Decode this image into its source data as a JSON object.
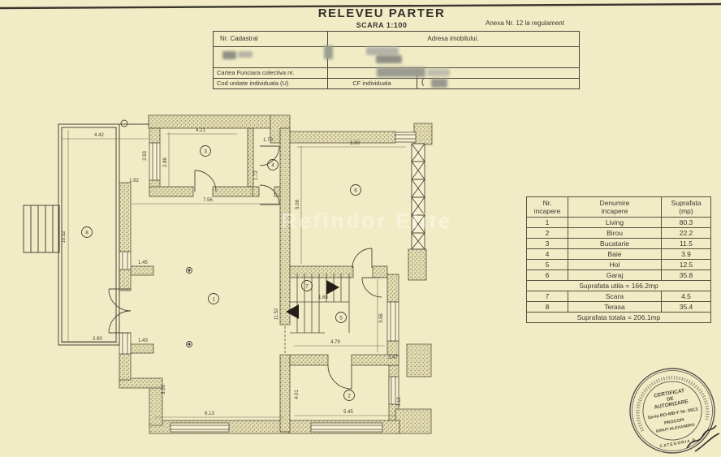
{
  "header": {
    "title": "RELEVEU PARTER",
    "subtitle": "SCARA 1:100",
    "annex": "Anexa Nr. 12 la regulament",
    "table": {
      "nr_cadastral": "Nr. Cadastral",
      "adresa": "Adresa imobilului.",
      "cartea": "Cartea Funciara colectiva nr.",
      "cod": "Cod unitate individuala (U)",
      "cf": "CF individuala",
      "paren": "("
    }
  },
  "plan": {
    "watermark": "Refindor Elite",
    "room_numbers": [
      "1",
      "2",
      "3",
      "4",
      "5",
      "6",
      "7",
      "8"
    ],
    "dims": [
      "4.42",
      "10.52",
      "2.90",
      "2.93",
      "1.92",
      "4.21",
      "2.86",
      "7.56",
      "1.73",
      "1.72",
      "5.90",
      "5.08",
      "1.45",
      "1.43",
      "3.16",
      "6.13",
      "11.52",
      "1.68",
      "3.56",
      "4.79",
      "3.47",
      "3.12",
      "5.45",
      "4.01"
    ]
  },
  "room_table": {
    "col_headers": [
      [
        "Nr.",
        "incapere"
      ],
      [
        "Denumire",
        "incapere"
      ],
      [
        "Suprafata",
        "(mp)"
      ]
    ],
    "rows": [
      [
        "1",
        "Living",
        "80.3"
      ],
      [
        "2",
        "Birou",
        "22.2"
      ],
      [
        "3",
        "Bucatarie",
        "11.5"
      ],
      [
        "4",
        "Baie",
        "3.9"
      ],
      [
        "5",
        "Hol",
        "12.5"
      ],
      [
        "6",
        "Garaj",
        "35.8"
      ]
    ],
    "subtotal": "Suprafata utila = 166.2mp",
    "rows2": [
      [
        "7",
        "Scara",
        "4.5"
      ],
      [
        "8",
        "Terasa",
        "35.4"
      ]
    ],
    "total": "Suprafata totala = 206.1mp"
  },
  "stamp": {
    "line1": "CERTIFICAT",
    "line2": "DE",
    "line3": "AUTORIZARE",
    "serial": "Seria RO-MB-F Nr. 0613",
    "name1": "PROCOPI",
    "name2": "IONUT-ALEXANDRU",
    "category": "CATEGORIA B"
  }
}
